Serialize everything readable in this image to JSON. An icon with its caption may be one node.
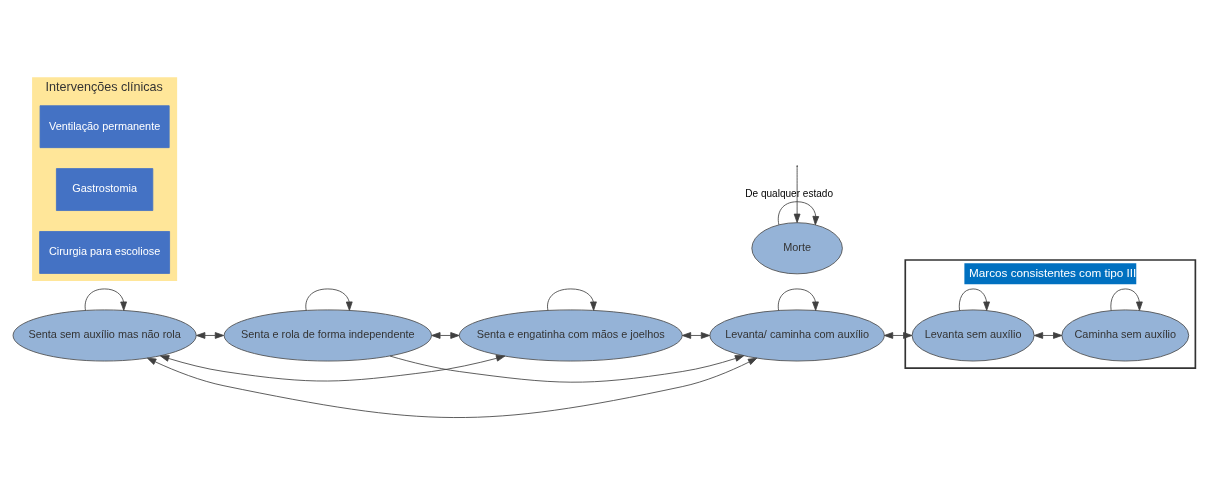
{
  "diagram": {
    "nodes": [
      {
        "text": [
          "Senta sem auxílio mas não rola"
        ]
      },
      {
        "text": [
          "Senta e rola de forma independente"
        ]
      },
      {
        "text": [
          "Senta e engatinha com mãos e joelhos"
        ]
      },
      {
        "text": [
          "Levanta/ caminha com auxílio"
        ]
      },
      {
        "text": [
          "Marcos consistentes com tipo III"
        ]
      },
      {
        "text": [
          "Levanta sem auxílio"
        ],
        "in": 4
      },
      {
        "text": [
          "Caminha sem auxílio"
        ],
        "in": 4
      },
      {
        "text": [
          "Morte"
        ]
      },
      {
        "text": [
          "Intervenções clínicas"
        ]
      },
      {
        "text": [
          "Ventilação permanente"
        ],
        "in": 8
      },
      {
        "text": [
          "Gastrostomia"
        ],
        "in": 8
      },
      {
        "text": [
          "Cirurgia para escoliose"
        ],
        "in": 8
      }
    ],
    "edges": [
      {
        "from": 0,
        "to": 0,
        "arrow": "to"
      },
      {
        "from": 1,
        "to": 1,
        "arrow": "to"
      },
      {
        "from": 2,
        "to": 2,
        "arrow": "to"
      },
      {
        "from": 3,
        "to": 3,
        "arrow": "to"
      },
      {
        "from": 5,
        "to": 5,
        "arrow": "to"
      },
      {
        "from": 6,
        "to": 6,
        "arrow": "to"
      },
      {
        "from": 7,
        "to": 7,
        "arrow": "to"
      },
      {
        "from": 0,
        "to": 1,
        "arrow": "both"
      },
      {
        "from": 1,
        "to": 2,
        "arrow": "both"
      },
      {
        "from": 2,
        "to": 3,
        "arrow": "both"
      },
      {
        "from": 3,
        "to": 5,
        "arrow": "both"
      },
      {
        "from": 5,
        "to": 6,
        "arrow": "both"
      },
      {
        "from": 0,
        "to": 3,
        "arrow": "both"
      },
      {
        "from": 1,
        "to": 3,
        "arrow": "to"
      },
      {
        "from": 0,
        "to": 2,
        "arrow": "both"
      },
      {
        "from": null,
        "to": 7,
        "arrow": "to",
        "label": "De qualquer estado"
      }
    ]
  }
}
